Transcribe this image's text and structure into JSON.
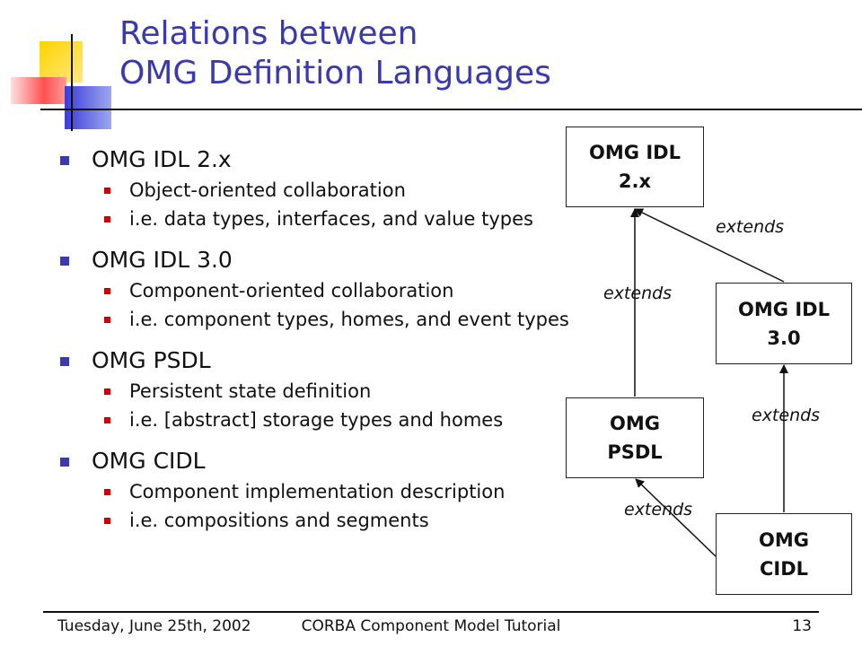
{
  "slide": {
    "title_line1": "Relations between",
    "title_line2": "OMG Definition Languages",
    "sections": [
      {
        "heading": "OMG IDL 2.x",
        "items": [
          "Object-oriented collaboration",
          "i.e. data types, interfaces, and value types"
        ]
      },
      {
        "heading": "OMG IDL 3.0",
        "items": [
          "Component-oriented collaboration",
          "i.e. component types, homes, and event types"
        ]
      },
      {
        "heading": "OMG PSDL",
        "items": [
          "Persistent state definition",
          "i.e. [abstract] storage types and homes"
        ]
      },
      {
        "heading": "OMG CIDL",
        "items": [
          "Component implementation description",
          "i.e. compositions and segments"
        ]
      }
    ]
  },
  "diagram": {
    "nodes": {
      "idl2": {
        "line1": "OMG IDL",
        "line2": "2.x"
      },
      "idl3": {
        "line1": "OMG IDL",
        "line2": "3.0"
      },
      "psdl": {
        "line1": "OMG",
        "line2": "PSDL"
      },
      "cidl": {
        "line1": "OMG",
        "line2": "CIDL"
      }
    },
    "edges": {
      "idl3_to_idl2": "extends",
      "psdl_to_idl2": "extends",
      "cidl_to_idl3": "extends",
      "cidl_to_psdl": "extends"
    }
  },
  "footer": {
    "date": "Tuesday, June 25th, 2002",
    "course": "CORBA Component Model Tutorial",
    "page": "13"
  }
}
